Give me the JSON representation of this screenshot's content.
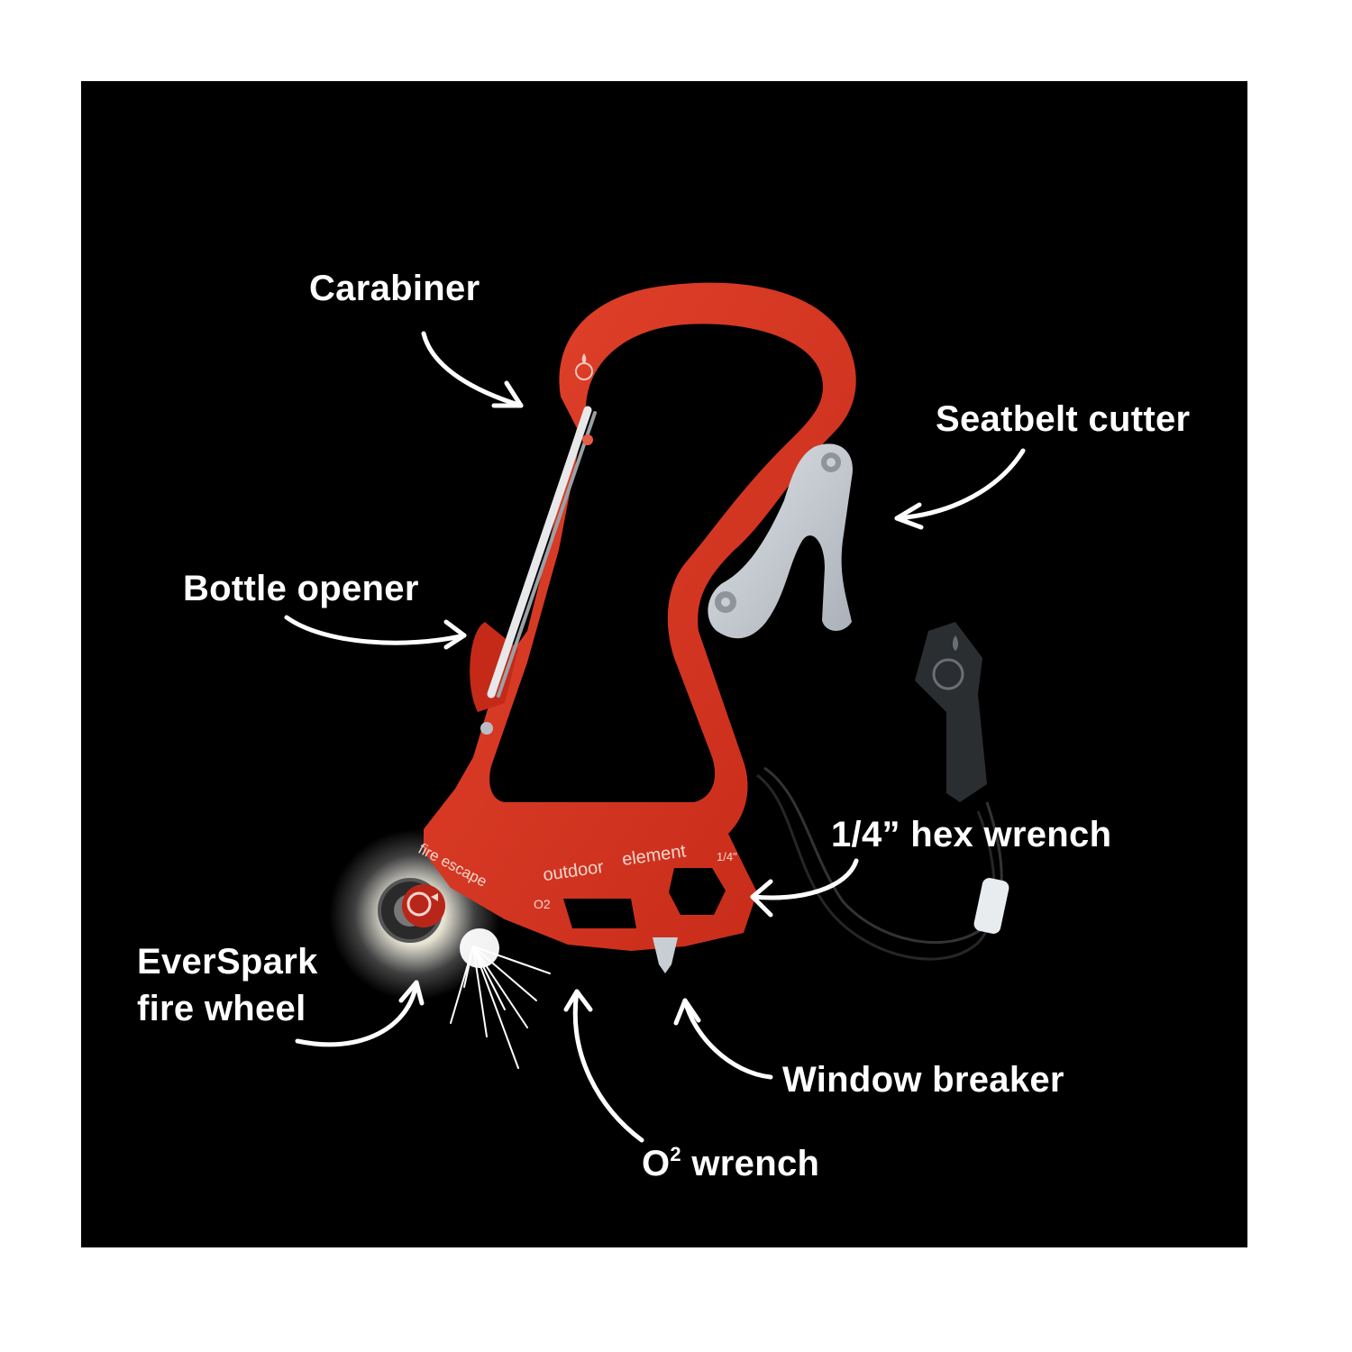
{
  "callouts": {
    "carabiner": "Carabiner",
    "seatbelt_cutter": "Seatbelt cutter",
    "bottle_opener": "Bottle opener",
    "hex_wrench": "1/4” hex wrench",
    "fire_wheel_line1": "EverSpark",
    "fire_wheel_line2": "fire wheel",
    "window_breaker": "Window breaker",
    "o2_wrench_main": "O",
    "o2_wrench_sup": "2",
    "o2_wrench_rest": " wrench"
  },
  "engraving": {
    "brand_left": "outdoor",
    "brand_right": "element",
    "fire_escape": "fire escape",
    "o2_mark": "O2",
    "hex_size": "1/4\""
  },
  "colors": {
    "background": "#000000",
    "body_red": "#d8321f",
    "label_white": "#ffffff",
    "cutter_steel": "#c9ced4"
  }
}
